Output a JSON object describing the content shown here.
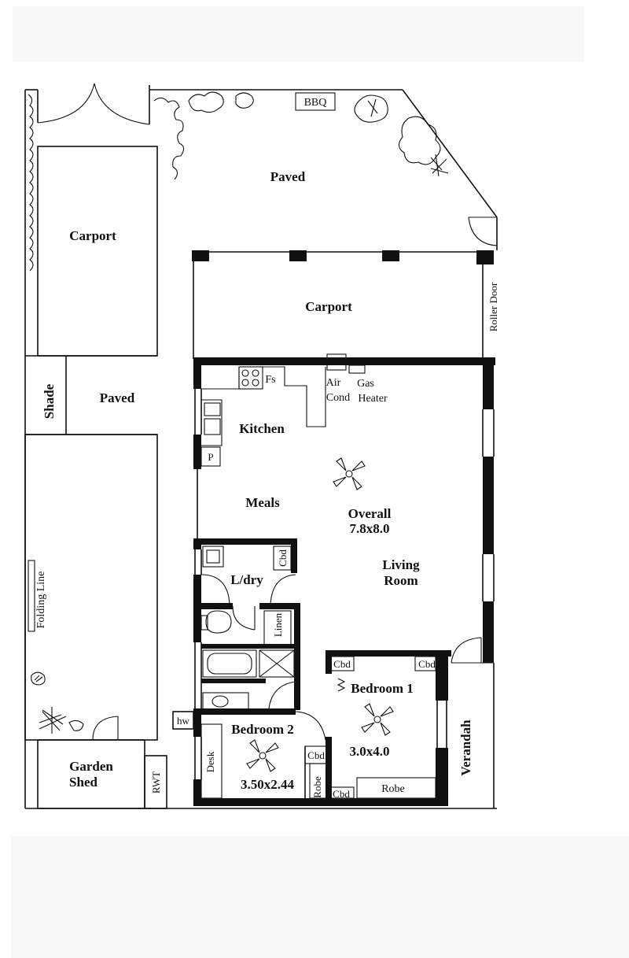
{
  "labels": {
    "bbq": "BBQ",
    "paved_top": "Paved",
    "carport_left": "Carport",
    "carport_main": "Carport",
    "roller_door": "Roller Door",
    "shade": "Shade",
    "paved_mid": "Paved",
    "fs": "Fs",
    "air": "Air",
    "cond": "Cond",
    "gas": "Gas",
    "heater": "Heater",
    "kitchen": "Kitchen",
    "pantry": "P",
    "meals": "Meals",
    "overall": "Overall",
    "overall_size": "7.8x8.0",
    "laundry": "L/dry",
    "cbd_laundry": "Cbd",
    "living": "Living",
    "room": "Room",
    "linen": "Linen",
    "folding_line": "Folding Line",
    "cbd_bed1_left": "Cbd",
    "cbd_bed1_right": "Cbd",
    "bedroom1": "Bedroom 1",
    "bedroom1_size": "3.0x4.0",
    "robe_bed1": "Robe",
    "cbd_bed1_bottom": "Cbd",
    "verandah": "Verandah",
    "hw": "hw",
    "bedroom2": "Bedroom 2",
    "bedroom2_size": "3.50x2.44",
    "desk": "Desk",
    "cbd_bed2": "Cbd",
    "robe_bed2": "Robe",
    "garden": "Garden",
    "shed": "Shed",
    "rwt": "RWT"
  }
}
